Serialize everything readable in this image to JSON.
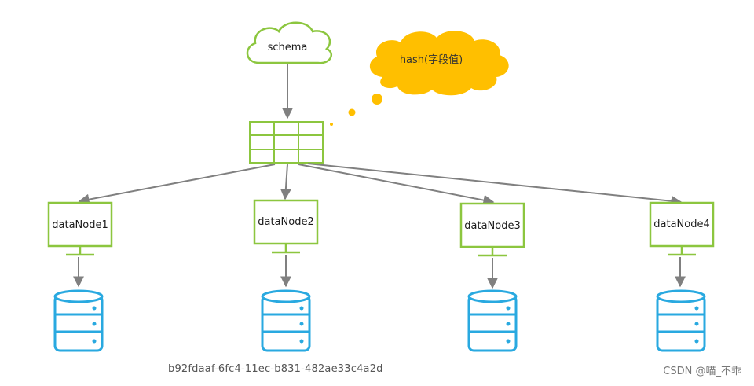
{
  "diagram": {
    "schema_label": "schema",
    "hash_label": "hash(字段值)",
    "nodes": [
      {
        "label": "dataNode1"
      },
      {
        "label": "dataNode2"
      },
      {
        "label": "dataNode3"
      },
      {
        "label": "dataNode4"
      }
    ],
    "id_caption": "b92fdaaf-6fc4-11ec-b831-482ae33c4a2d",
    "watermark": "CSDN @喵_不乖",
    "colors": {
      "green": "#8cc63f",
      "arrow": "#808080",
      "db_blue": "#29a9e0",
      "thought": "#ffbf00"
    }
  }
}
